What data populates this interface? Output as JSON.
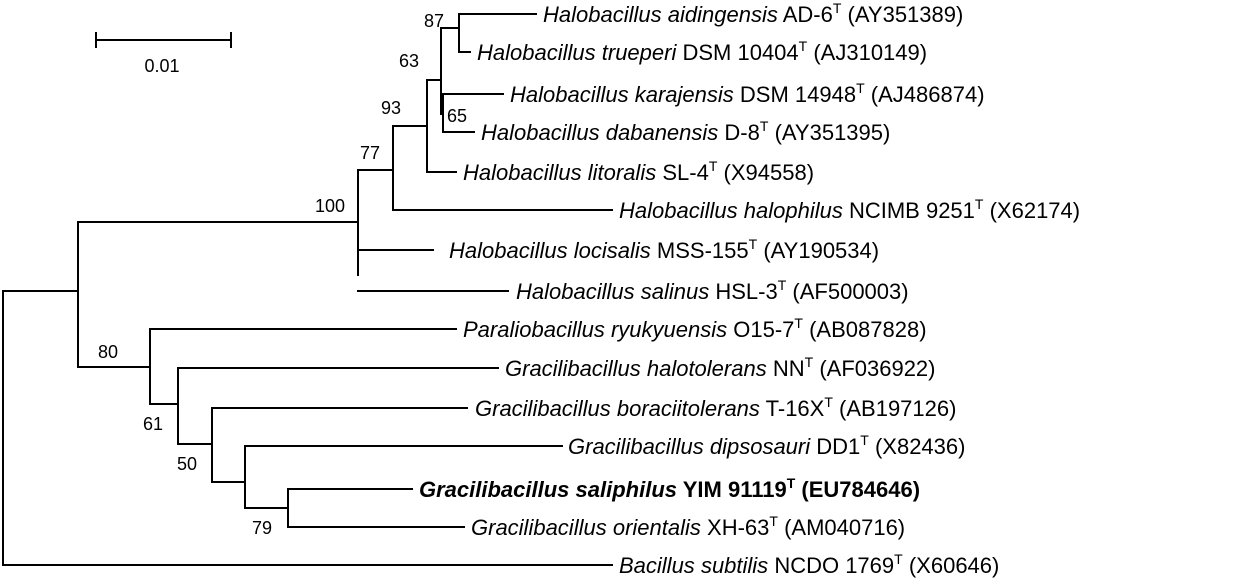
{
  "scale_bar": {
    "label": "0.01"
  },
  "taxa": [
    {
      "id": "aidingensis",
      "genus": "Halobacillus",
      "species": "aidingensis",
      "strain": "AD-6",
      "type_mark": "T",
      "accession": "(AY351389)"
    },
    {
      "id": "trueperi",
      "genus": "Halobacillus",
      "species": "trueperi",
      "strain": "DSM 10404",
      "type_mark": "T",
      "accession": "(AJ310149)"
    },
    {
      "id": "karajensis",
      "genus": "Halobacillus",
      "species": "karajensis",
      "strain": "DSM 14948",
      "type_mark": "T",
      "accession": "(AJ486874)"
    },
    {
      "id": "dabanensis",
      "genus": "Halobacillus",
      "species": "dabanensis",
      "strain": "D-8",
      "type_mark": "T",
      "accession": "(AY351395)"
    },
    {
      "id": "litoralis",
      "genus": "Halobacillus",
      "species": "litoralis",
      "strain": "SL-4",
      "type_mark": "T",
      "accession": "(X94558)"
    },
    {
      "id": "halophilus",
      "genus": "Halobacillus",
      "species": "halophilus",
      "strain": "NCIMB 9251",
      "type_mark": "T",
      "accession": "(X62174)"
    },
    {
      "id": "locisalis",
      "genus": "Halobacillus",
      "species": "locisalis",
      "strain": "MSS-155",
      "type_mark": "T",
      "accession": "(AY190534)"
    },
    {
      "id": "salinus",
      "genus": "Halobacillus",
      "species": "salinus",
      "strain": "HSL-3",
      "type_mark": "T",
      "accession": "(AF500003)"
    },
    {
      "id": "ryukyuensis",
      "genus": "Paraliobacillus",
      "species": "ryukyuensis",
      "strain": "O15-7",
      "type_mark": "T",
      "accession": "(AB087828)"
    },
    {
      "id": "halotolerans",
      "genus": "Gracilibacillus",
      "species": "halotolerans",
      "strain": "NN",
      "type_mark": "T",
      "accession": "(AF036922)"
    },
    {
      "id": "boraciitolerans",
      "genus": "Gracilibacillus",
      "species": "boraciitolerans",
      "strain": "T-16X",
      "type_mark": "T",
      "accession": "(AB197126)"
    },
    {
      "id": "dipsosauri",
      "genus": "Gracilibacillus",
      "species": "dipsosauri",
      "strain": "DD1",
      "type_mark": "T",
      "accession": "(X82436)"
    },
    {
      "id": "saliphilus",
      "genus": "Gracilibacillus",
      "species": "saliphilus",
      "strain": "YIM 91119",
      "type_mark": "T",
      "accession": "(EU784646)",
      "highlight": true
    },
    {
      "id": "orientalis",
      "genus": "Gracilibacillus",
      "species": "orientalis",
      "strain": "XH-63",
      "type_mark": "T",
      "accession": "(AM040716)"
    },
    {
      "id": "subtilis",
      "genus": "Bacillus",
      "species": "subtilis",
      "strain": "NCDO 1769",
      "type_mark": "T",
      "accession": "(X60646)"
    }
  ],
  "bootstrap_values": [
    "87",
    "63",
    "65",
    "93",
    "77",
    "100",
    "80",
    "61",
    "50",
    "79"
  ]
}
